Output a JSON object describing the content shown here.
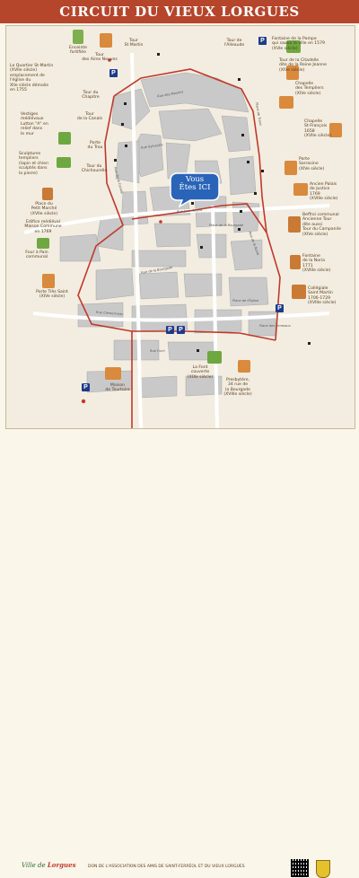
{
  "title": "CIRCUIT DU VIEUX LORGUES",
  "you_are_here": {
    "line1": "Vous",
    "line2": "Êtes ICI"
  },
  "poi": {
    "enceinte": "Enceinte\nfortifiée",
    "tour_aires": "Tour\ndes Aires Neuves",
    "tour_st_martin": "Tour\nSt Martin",
    "tour_alleaude": "Tour de\nl'Alleaude",
    "fontaine_pompe": "Fontaine de la Pompe\nqui sauva la ville en 1579\n(XVIe siècle)",
    "quartier_st_martin": "Le Quartier St-Martin\n(XVIIe siècle)\nemplacement de\nl'église du\nXIIe siècle démolie\nen 1755",
    "tour_chapitre": "Tour du\nChapitre",
    "tour_citadelle": "Tour de la Citadelle\ndite de la Reine Jeanne\n(XIVe siècle)",
    "chapelle_templiers": "Chapelle\ndes Templiers\n(XIVe siècle)",
    "tour_canals": "Tour\nde la Canals",
    "vestiges": "Vestiges\nmédiévaux\nLutton \"A\" en\nrelief dans\nle mur",
    "chapelle_st_francois": "Chapelle\nSt-François\n1658\n(XVIIe siècle)",
    "sculptures": "Sculptures\ntempliers\n(lapin et chien\nsculptés dans\nla pierre)",
    "porte_trou": "Porte\ndu Trou",
    "porte_sarrasine": "Porte\nSarrasine\n(XIVe siècle)",
    "tour_chichourelle": "Tour du\nChichourelle",
    "ancien_palais": "Ancien Palais\nde Justice\n1769\n(XVIIIe siècle)",
    "place_marche": "Place du\nPetit Marché\n(XVIIe siècle)",
    "edifice": "Edifice médiéval\nMaison Commune\nen 1769",
    "beffroi": "Beffroi communal\nAncienne Tour\ndite aussi\nTour du Campanile\n(XIVe siècle)",
    "four_pain": "Four à Pain\ncommunal",
    "fontaine_noria": "Fontaine\nde la Noria\n1771\n(XVIIIe siècle)",
    "porte_tres_saint": "Porte Très Saint\n(XIVe siècle)",
    "collegiale": "Collégiale\nSaint Martin\n1706-1729\n(XVIIIe siècle)",
    "font_couverte": "La Font\ncouverte\n(XIXe siècle)",
    "presbytere": "Presbytère,\n34 rue de\nla Bourgade\n(XVIIIe siècle)",
    "maison_tourtoire": "Maison\nde Tourtoire"
  },
  "streets": {
    "s1": "Rue Sylvestre",
    "s2": "Rue des Moulins",
    "s3": "Rue Jean Aicard",
    "s4": "Place de la Bourgade",
    "s5": "Rue de la Bourgade",
    "s6": "Rue Clemenceau",
    "s7": "Place de l'Église",
    "s8": "Rue de la Noria",
    "s9": "Place des Ormeaux",
    "s10": "Rue de la Canals",
    "s11": "Place de Trans",
    "s12": "Rue Foch"
  },
  "parking": {
    "label": "P"
  },
  "footer": {
    "logo_prefix": "Ville de ",
    "logo_name": "Lorgues",
    "credit": "DON DE L'ASSOCIATION DES AMIS DE SAINT-FERRÉOL ET DU VIEUX LORGUES"
  },
  "colors": {
    "title_bg": "#b5452b",
    "route": "#c0392b",
    "bubble": "#2a64b8",
    "parking": "#1e3a8a"
  }
}
